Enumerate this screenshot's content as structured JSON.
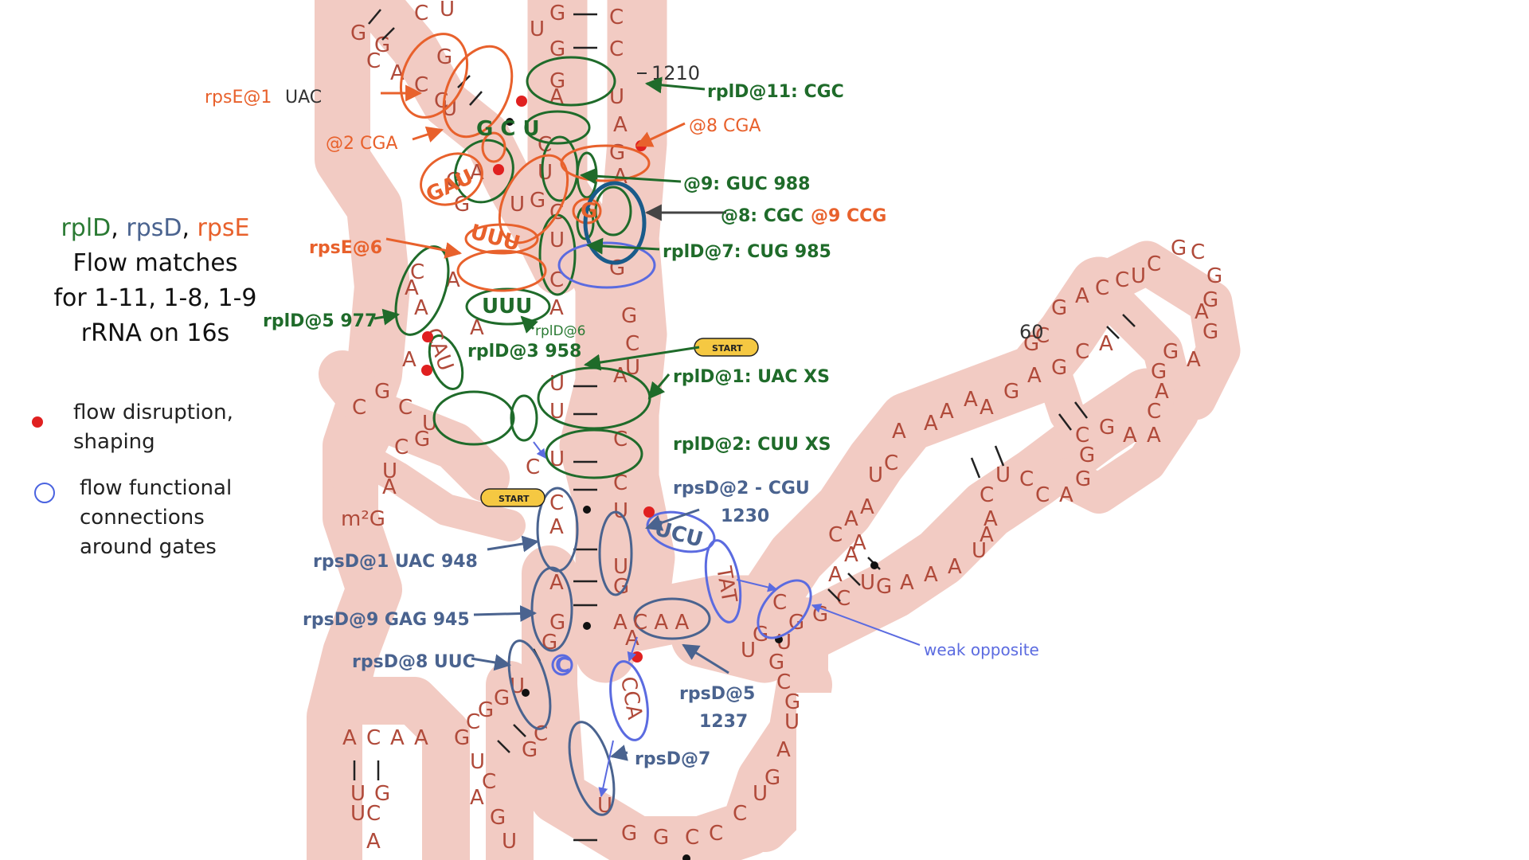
{
  "legend": {
    "genes": [
      "rplD",
      "rpsD",
      "rpsE"
    ],
    "sep": ", ",
    "title_lines": [
      "Flow matches",
      "for 1-11, 1-8, 1-9",
      "rRNA on 16s"
    ],
    "item_disruption": [
      "flow disruption,",
      "shaping"
    ],
    "item_functional": [
      "flow functional",
      "connections",
      "around gates"
    ]
  },
  "numbers": {
    "n1210": "1210",
    "n60": "60",
    "m2G": "m²G"
  },
  "start_badge": "START",
  "labels": {
    "rpsE1_a": "rpsE@1",
    "rpsE1_b": "UAC",
    "rpsE2": "@2 CGA",
    "rpsE6": "rpsE@6",
    "rpsE8": "@8 CGA",
    "rplD11": "rplD@11: CGC",
    "rplD9": "@9: GUC 988",
    "rplD8_a": "@8: CGC",
    "rplD8_b": "@9 CCG",
    "rplD7": "rplD@7: CUG 985",
    "rplD5": "rplD@5 977",
    "rplD6": "rplD@6",
    "rplD3": "rplD@3 958",
    "rplD1": "rplD@1: UAC XS",
    "rplD2": "rplD@2: CUU XS",
    "rpsD2_a": "rpsD@2 - CGU",
    "rpsD2_b": "1230",
    "rpsD1": "rpsD@1 UAC 948",
    "rpsD9": "rpsD@9 GAG 945",
    "rpsD8": "rpsD@8 UUC",
    "rpsD5_a": "rpsD@5",
    "rpsD5_b": "1237",
    "rpsD7": "rpsD@7",
    "weak": "weak opposite"
  },
  "circled": {
    "UAC_or": "UAC",
    "CGA_or": "GA",
    "GCU": "G C U",
    "GAU": "GAU",
    "G_or": "G",
    "UUU1": "UUU",
    "UUU2": "UUU",
    "CAU": "CAU",
    "UCU": "UCU",
    "TAT": "TAT",
    "CCA": "CCA",
    "CAA": "C A A",
    "C": "C"
  },
  "colors": {
    "green": "#1f6b2a",
    "blue": "#4a638f",
    "lightblue": "#5b6be0",
    "orange": "#e8612c",
    "red": "#e02020",
    "band": "#f2cbc3",
    "nt": "#b04a3a"
  }
}
